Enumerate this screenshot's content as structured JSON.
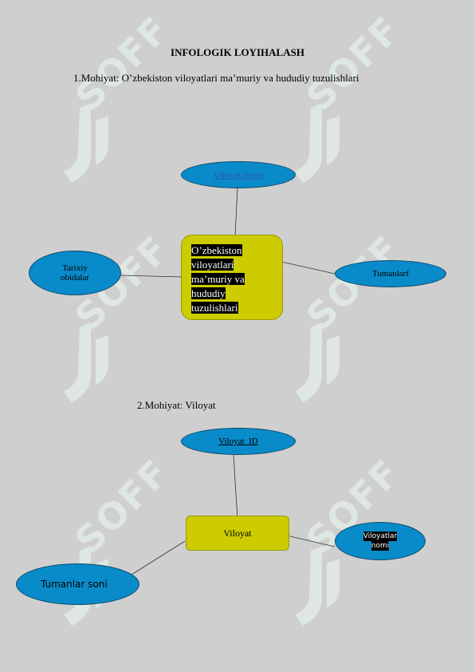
{
  "document": {
    "title": "INFOLOGIK LOYIHALASH",
    "section1": {
      "heading": "1.Mohiyat: O’zbekiston viloyatlari ma’muriy va hududiy tuzulishlari",
      "entity_lines": [
        "O’zbekiston",
        "viloyatlari",
        "ma’muriy va",
        "hududiy",
        "tuzulishlari"
      ],
      "attributes": {
        "top": "Viloyat nomi",
        "left_line1": "Tarixiy",
        "left_line2": "obidalar",
        "right": "Tumanlarf"
      }
    },
    "section2": {
      "heading": "2.Mohiyat: Viloyat",
      "entity": "Viloyat",
      "attributes": {
        "top": "Viloyat_ID",
        "right_line1": "Viloyatlar",
        "right_line2": "nomi",
        "left": "Tumanlar soni"
      }
    }
  },
  "watermark": {
    "text": "SOFF",
    "color": "#e4efe8"
  },
  "colors": {
    "background": "#cfcfcf",
    "ellipse": "#0a8bc9",
    "entity": "#cccc00"
  }
}
